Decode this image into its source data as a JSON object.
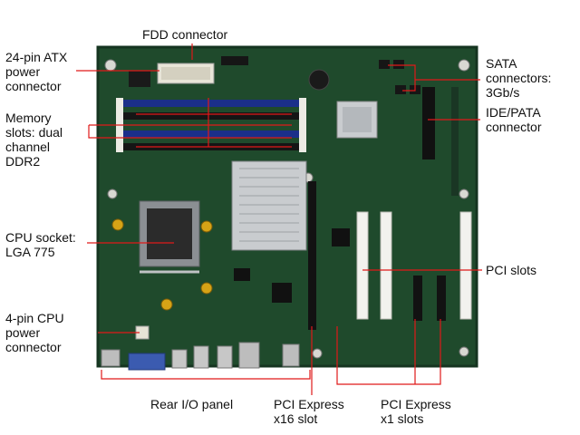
{
  "labels": {
    "fdd": "FDD connector",
    "atx_power": "24-pin ATX\npower\nconnector",
    "memory": "Memory\nslots: dual\nchannel\nDDR2",
    "cpu_socket": "CPU socket:\nLGA 775",
    "cpu_power": "4-pin CPU\npower\nconnector",
    "rear_io": "Rear I/O panel",
    "pcie_x16": "PCI Express\nx16 slot",
    "pcie_x1": "PCI Express\nx1 slots",
    "pci": "PCI slots",
    "ide_pata": "IDE/PATA\nconnector",
    "sata": "SATA\nconnectors:\n3Gb/s"
  },
  "colors": {
    "pcb": "#1f4a2c",
    "leader_line": "#e01919",
    "dimm_blue": "#1b2f8a",
    "dimm_black": "#151515",
    "pci_white": "#f2f2ee",
    "heatsink": "#c9cccf",
    "socket": "#8b8f93"
  }
}
